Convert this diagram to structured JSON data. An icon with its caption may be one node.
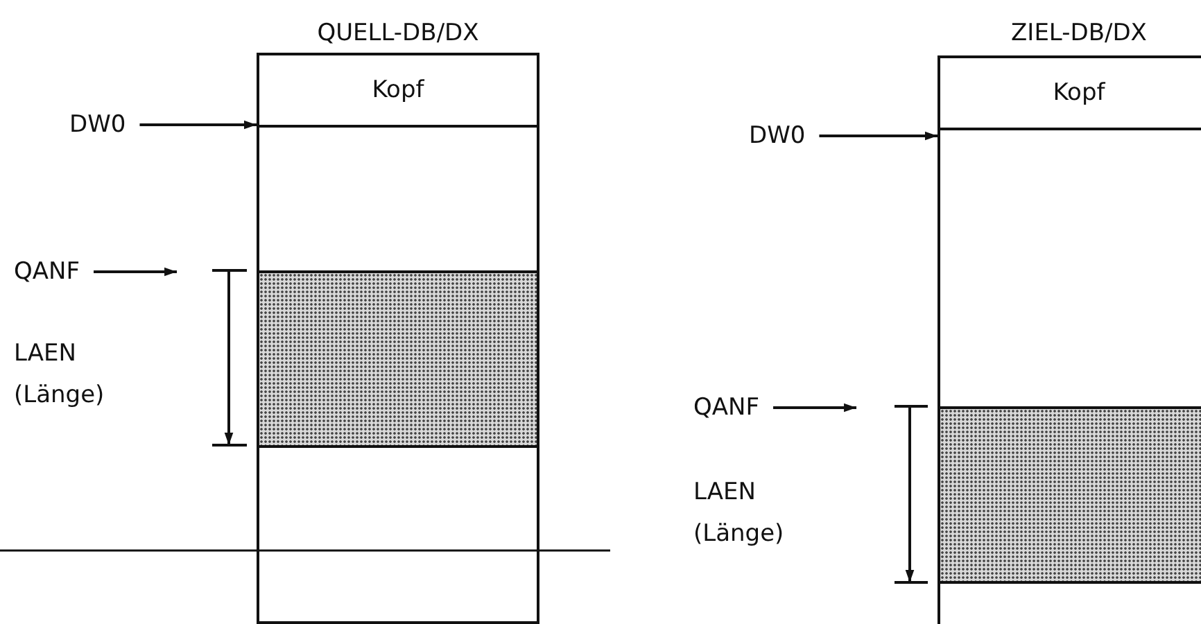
{
  "diagram": {
    "nodes": [
      {
        "text": [
          "QUELL-DB/DX"
        ]
      },
      {
        "text": [
          "Kopf"
        ],
        "in": 0
      },
      {
        "text": [],
        "shape": "box",
        "in": 0
      },
      {
        "text": [
          "DW0"
        ]
      },
      {
        "text": [
          "QANF"
        ]
      },
      {
        "text": [
          "ZIEL-DB/DX"
        ]
      },
      {
        "text": [
          "Kopf"
        ],
        "in": 5
      },
      {
        "text": [],
        "shape": "box",
        "in": 5
      },
      {
        "text": [
          "DW0"
        ]
      },
      {
        "text": [
          "QANF"
        ]
      }
    ],
    "edges": [
      {
        "from": 3,
        "to": 0,
        "arrow": "to"
      },
      {
        "from": 4,
        "to": null,
        "arrow": "to"
      },
      {
        "from": 8,
        "to": 5,
        "arrow": "to"
      },
      {
        "from": 9,
        "to": null,
        "arrow": "to"
      }
    ],
    "labels": [
      "LAEN (Länge)",
      "LAEN (Länge)"
    ]
  }
}
